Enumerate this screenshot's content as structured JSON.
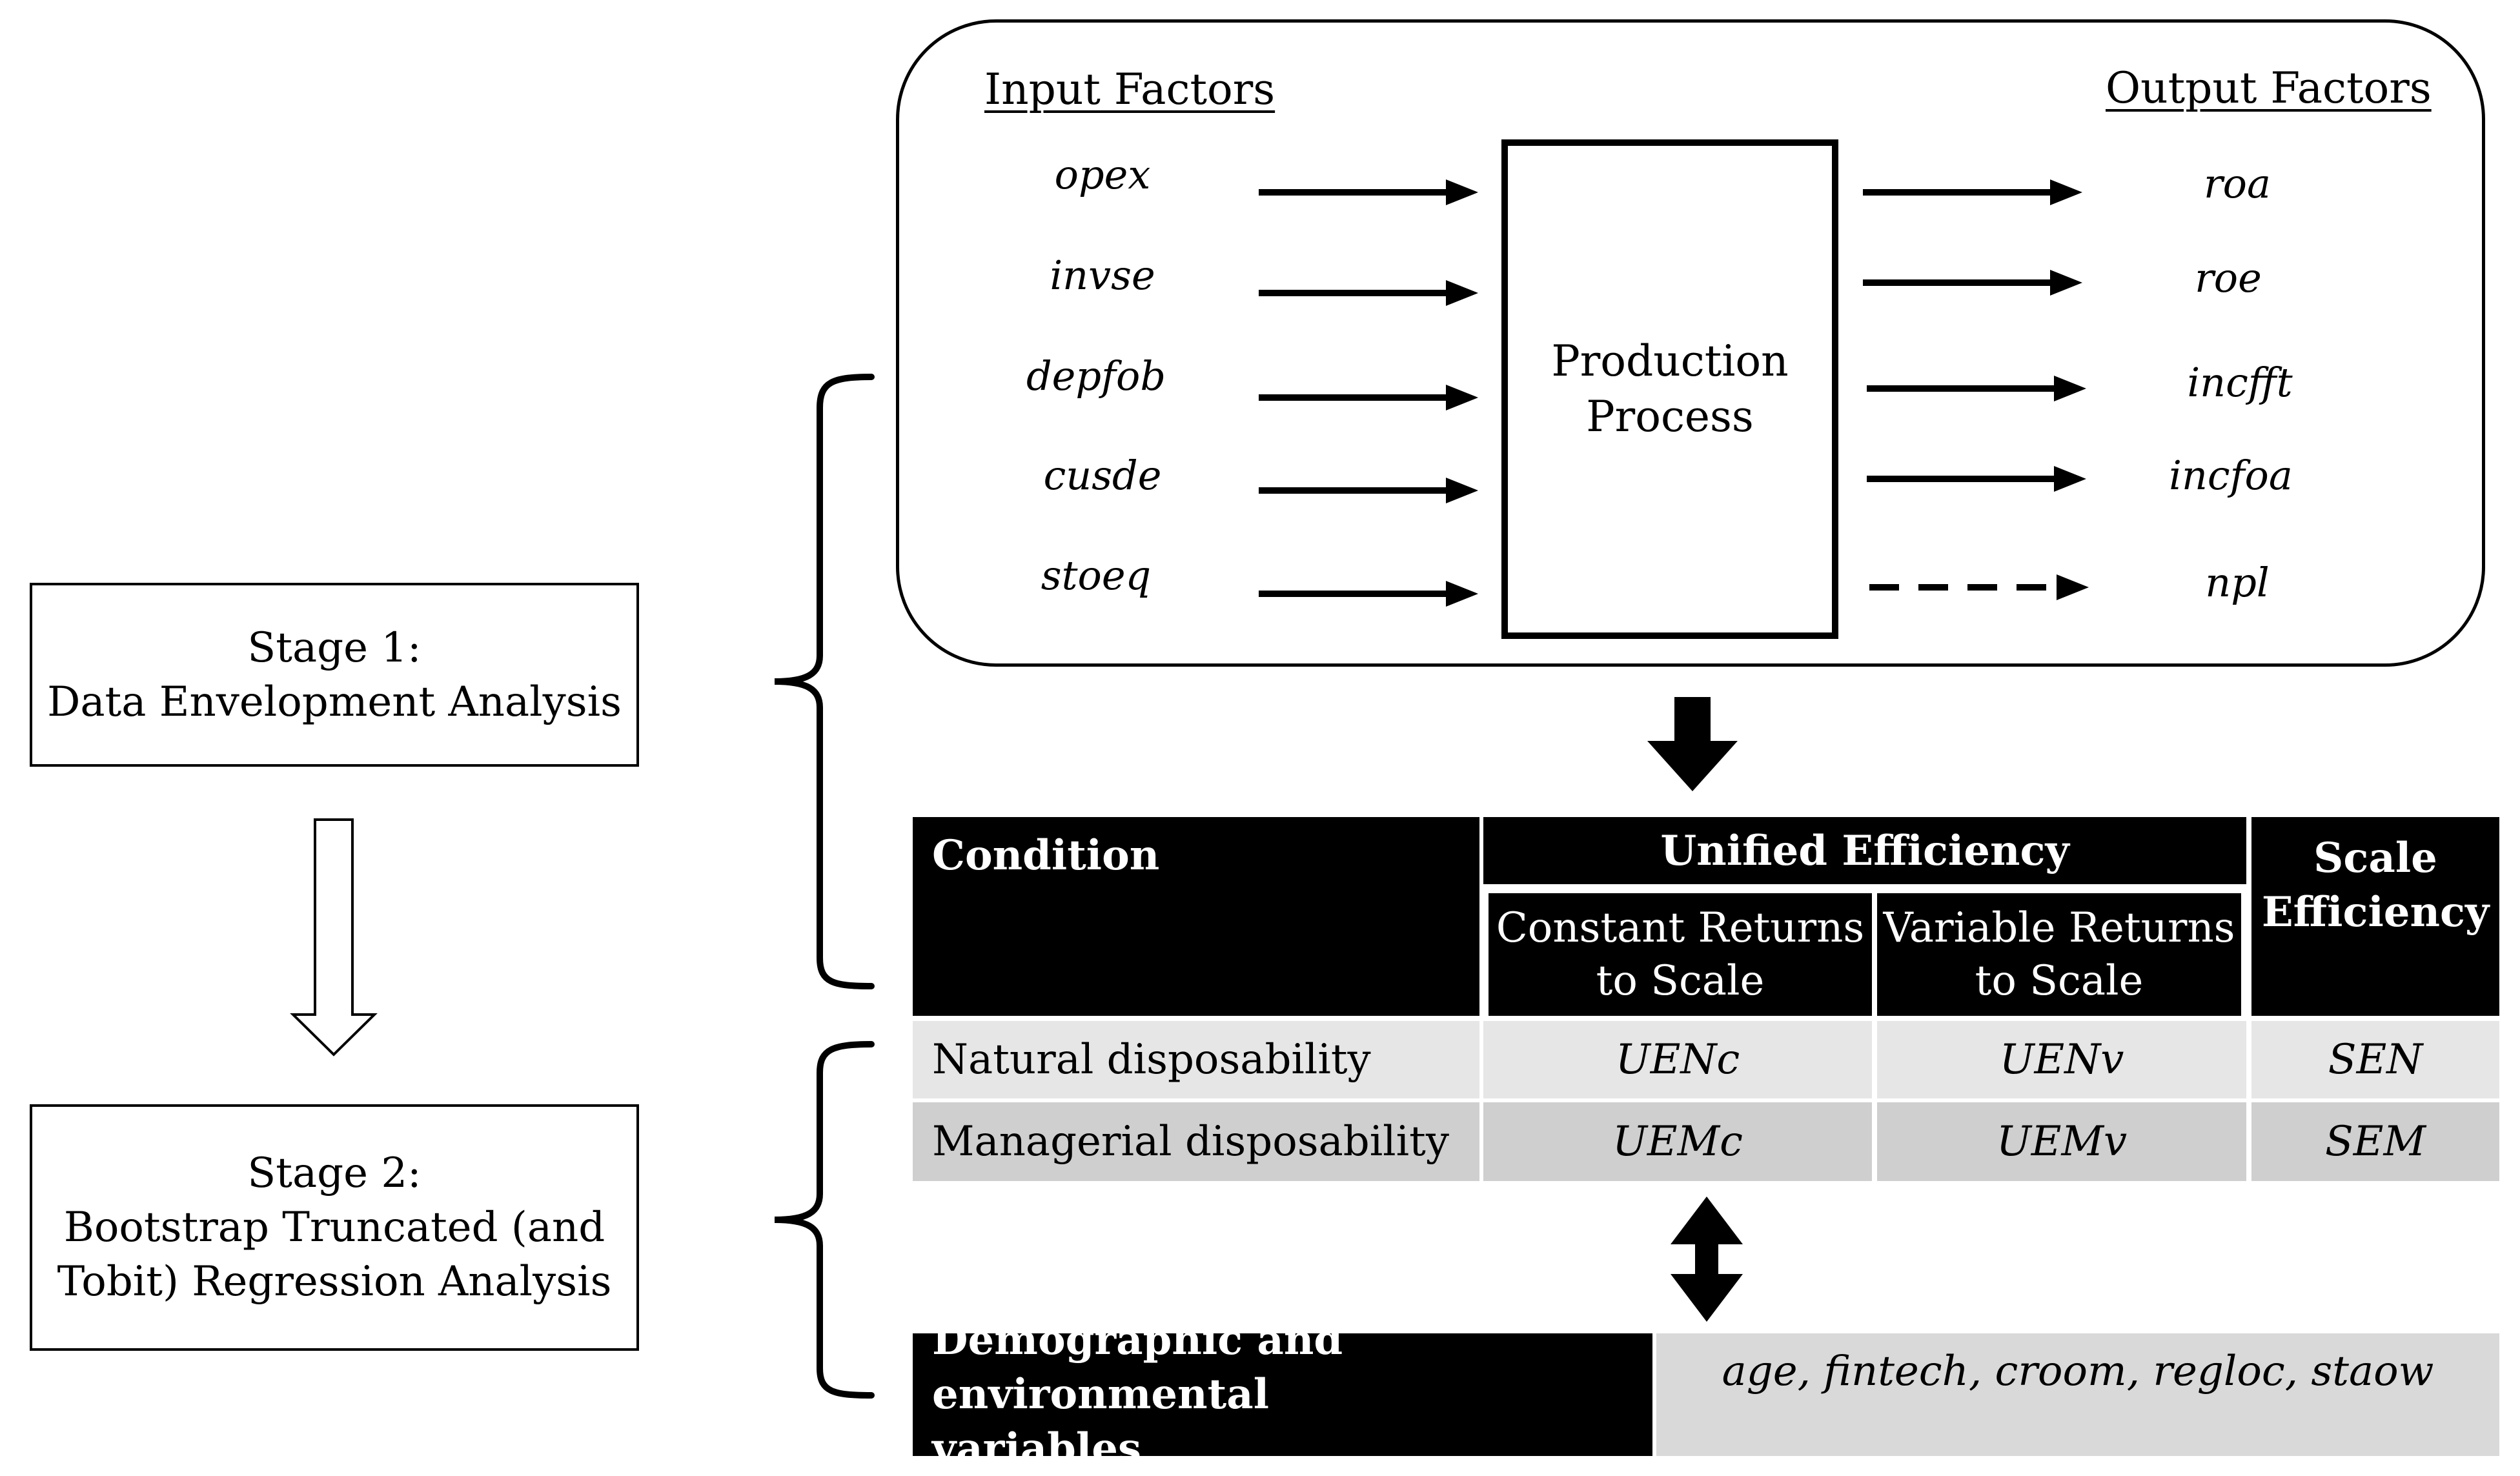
{
  "stages": {
    "stage1": {
      "title": "Stage 1:",
      "subtitle": "Data Envelopment Analysis"
    },
    "stage2": {
      "title": "Stage 2:",
      "line1": "Bootstrap Truncated (and",
      "line2": "Tobit) Regression Analysis"
    }
  },
  "dea": {
    "input_header": "Input Factors",
    "output_header": "Output Factors",
    "inputs": [
      "opex",
      "invse",
      "depfob",
      "cusde",
      "stoeq"
    ],
    "outputs": [
      "roa",
      "roe",
      "incfft",
      "incfoa",
      "npl"
    ],
    "process_line1": "Production",
    "process_line2": "Process"
  },
  "efficiency_table": {
    "condition_header": "Condition",
    "unified_header": "Unified Efficiency",
    "crs_line1": "Constant Returns",
    "crs_line2": "to Scale",
    "vrs_line1": "Variable Returns",
    "vrs_line2": "to Scale",
    "scale_line1": "Scale",
    "scale_line2": "Efficiency",
    "rows": [
      {
        "condition": "Natural disposability",
        "crs": "UENc",
        "vrs": "UENv",
        "scale": "SEN"
      },
      {
        "condition": "Managerial disposability",
        "crs": "UEMc",
        "vrs": "UEMv",
        "scale": "SEM"
      }
    ]
  },
  "demographic": {
    "label_line1": "Demographic and environmental",
    "label_line2": "variables",
    "values": "age, fintech, croom, regloc, staow"
  },
  "colors": {
    "black": "#000000",
    "row_light": "#e6e6e6",
    "row_dark": "#cfcfcf"
  }
}
